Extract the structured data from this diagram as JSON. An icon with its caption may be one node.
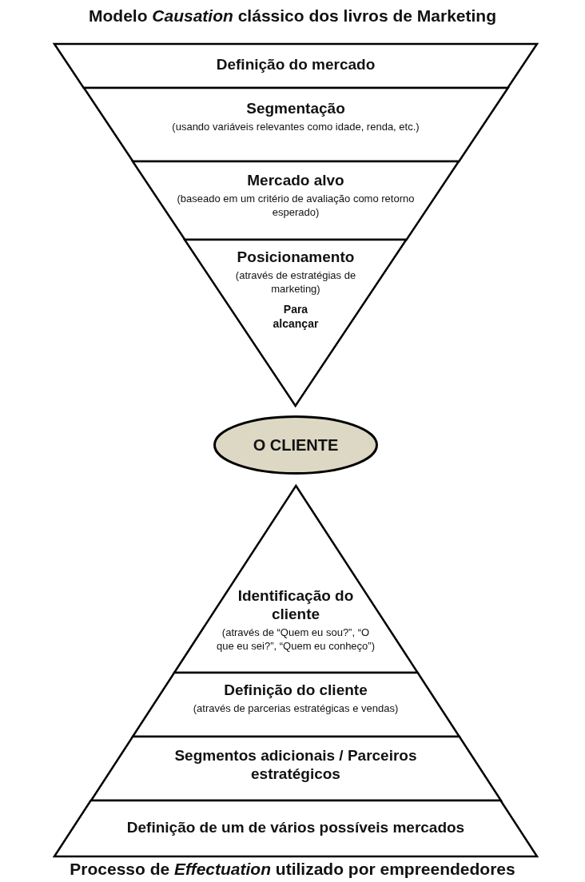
{
  "diagram": {
    "title": "Modelo *Causation* clássico dos livros de Marketing",
    "caption": "Processo de *Effectuation* utilizado por empreendedores",
    "nodes": [
      {
        "text": [
          "Definição do mercado"
        ]
      },
      {
        "text": [
          "Segmentação",
          "(usando variáveis relevantes como idade, renda, etc.)"
        ]
      },
      {
        "text": [
          "Mercado alvo",
          "(baseado em um critério de avaliação como retorno esperado)"
        ]
      },
      {
        "text": [
          "Posicionamento",
          "(através de estratégias de marketing)",
          "Para alcançar"
        ]
      },
      {
        "text": [
          "O CLIENTE"
        ]
      },
      {
        "text": [
          "Identificação do cliente",
          "(através de “Quem eu sou?”, “O que eu sei?”, “Quem eu conheço”)"
        ]
      },
      {
        "text": [
          "Definição do cliente",
          "(através de parcerias estratégicas e vendas)"
        ]
      },
      {
        "text": [
          "Segmentos adicionais / Parceiros estratégicos"
        ]
      },
      {
        "text": [
          "Definição de um de vários possíveis mercados"
        ]
      }
    ]
  }
}
